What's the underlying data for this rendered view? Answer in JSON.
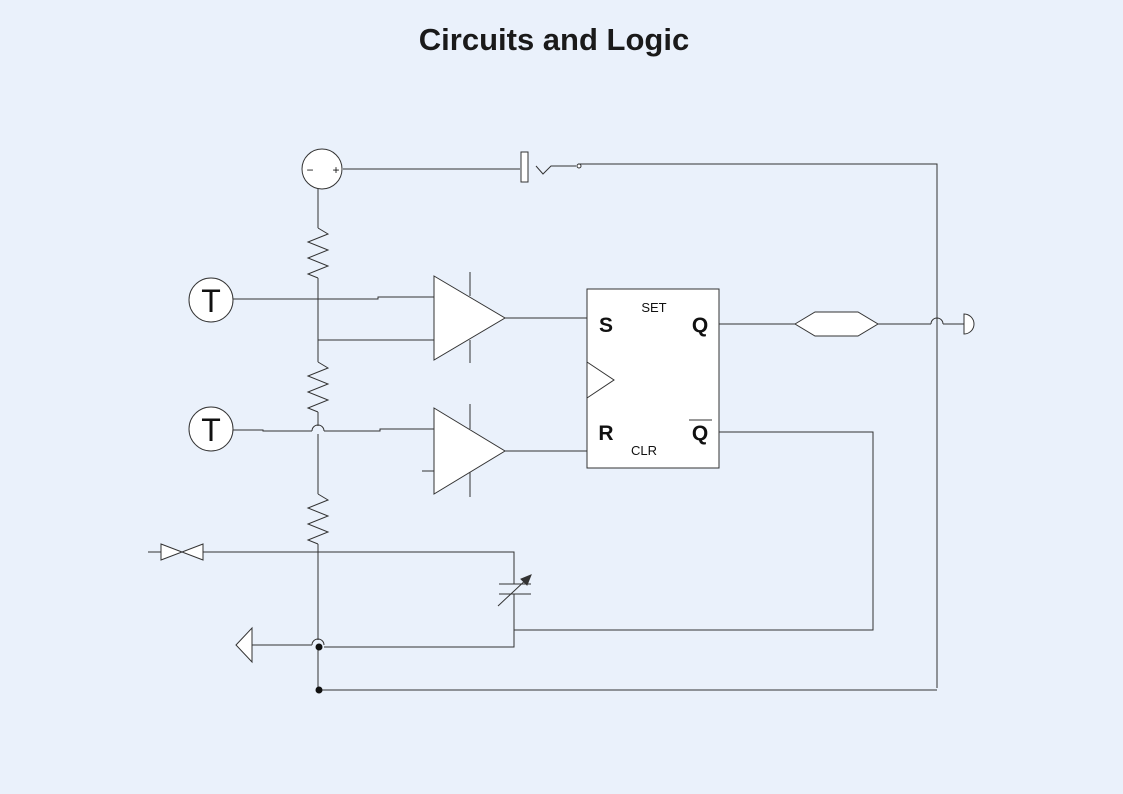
{
  "title": "Circuits and Logic",
  "source": {
    "minus": "−",
    "plus": "+"
  },
  "thermistors": [
    {
      "letter": "T"
    },
    {
      "letter": "T"
    }
  ],
  "flipflop": {
    "set": "SET",
    "clr": "CLR",
    "s": "S",
    "r": "R",
    "q": "Q",
    "qbar": "Q"
  }
}
